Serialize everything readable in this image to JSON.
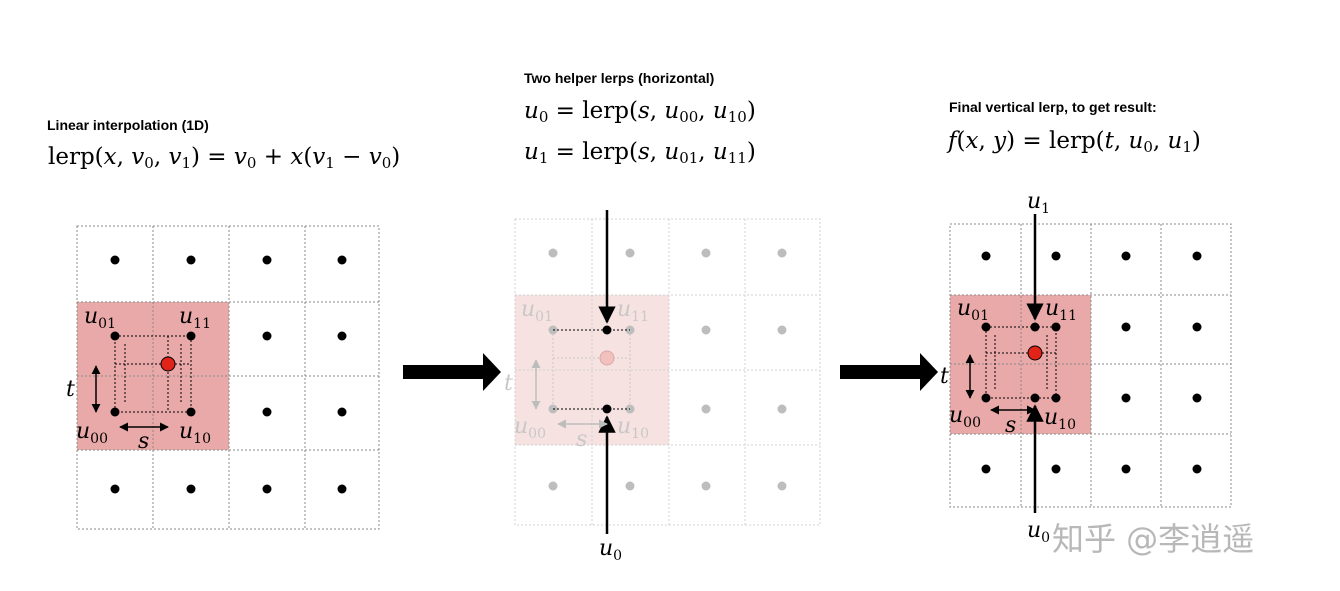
{
  "panel1": {
    "heading": "Linear interpolation (1D)",
    "formula": "lerp(x, v0, v1) = v0 + x(v1 − v0)",
    "labels": {
      "u01": "u01",
      "u11": "u11",
      "u00": "u00",
      "u10": "u10",
      "t": "t",
      "s": "s"
    }
  },
  "panel2": {
    "heading": "Two helper lerps (horizontal)",
    "formula_u0": "u0 = lerp(s, u00, u10)",
    "formula_u1": "u1 = lerp(s, u01, u11)",
    "labels": {
      "u01": "u01",
      "u11": "u11",
      "u00": "u00",
      "u10": "u10",
      "t": "t",
      "s": "s",
      "u0": "u0"
    }
  },
  "panel3": {
    "heading": "Final vertical lerp, to get result:",
    "formula": "f(x, y) = lerp(t, u0, u1)",
    "labels": {
      "u01": "u01",
      "u11": "u11",
      "u00": "u00",
      "u10": "u10",
      "t": "t",
      "s": "s",
      "u0": "u0",
      "u1": "u1"
    }
  },
  "watermark": "知乎 @李逍遥",
  "colors": {
    "highlight": "#e8a9a8",
    "highlight_faded": "#f7e2e2",
    "sample_point": "#e2231a",
    "grid": "#8a8a8a"
  }
}
